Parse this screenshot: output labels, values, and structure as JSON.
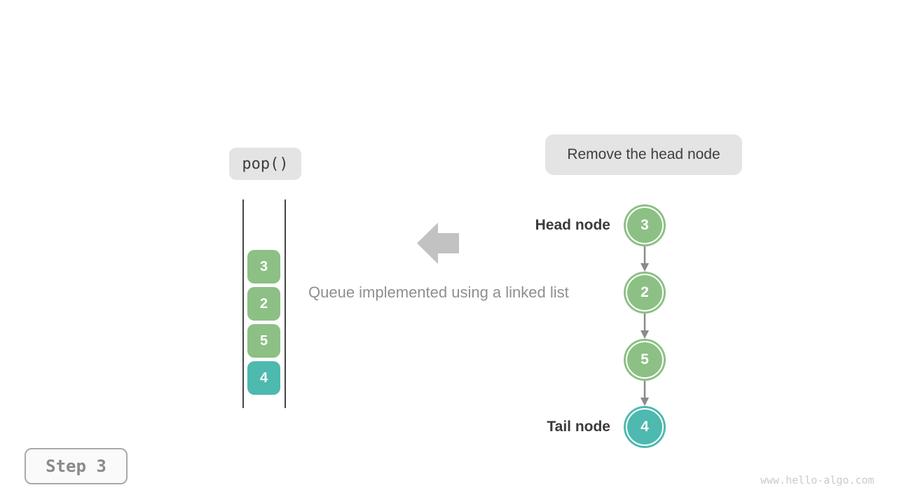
{
  "colors": {
    "green": "#8CC084",
    "teal": "#4DB9AF",
    "pill_bg": "#E4E4E4",
    "dark_text": "#3E3E3E",
    "label_text": "#3B3B3B",
    "caption_text": "#8F8F8F",
    "block_arrow": "#C2C2C2",
    "connector": "#8A8A8A",
    "queue_wall": "#454545",
    "step_text": "#8A8A8A",
    "step_border": "#A9A9A9",
    "watermark": "#CBCBCB"
  },
  "operation_label": "pop()",
  "annotation_label": "Remove the head node",
  "caption": "Queue implemented using a linked list",
  "queue_array": {
    "items": [
      {
        "value": "3",
        "color": "green"
      },
      {
        "value": "2",
        "color": "green"
      },
      {
        "value": "5",
        "color": "green"
      },
      {
        "value": "4",
        "color": "teal"
      }
    ]
  },
  "linked_list": {
    "head_label": "Head node",
    "tail_label": "Tail node",
    "nodes": [
      {
        "value": "3",
        "color": "green"
      },
      {
        "value": "2",
        "color": "green"
      },
      {
        "value": "5",
        "color": "green"
      },
      {
        "value": "4",
        "color": "teal"
      }
    ]
  },
  "step_label": "Step 3",
  "watermark": "www.hello-algo.com"
}
